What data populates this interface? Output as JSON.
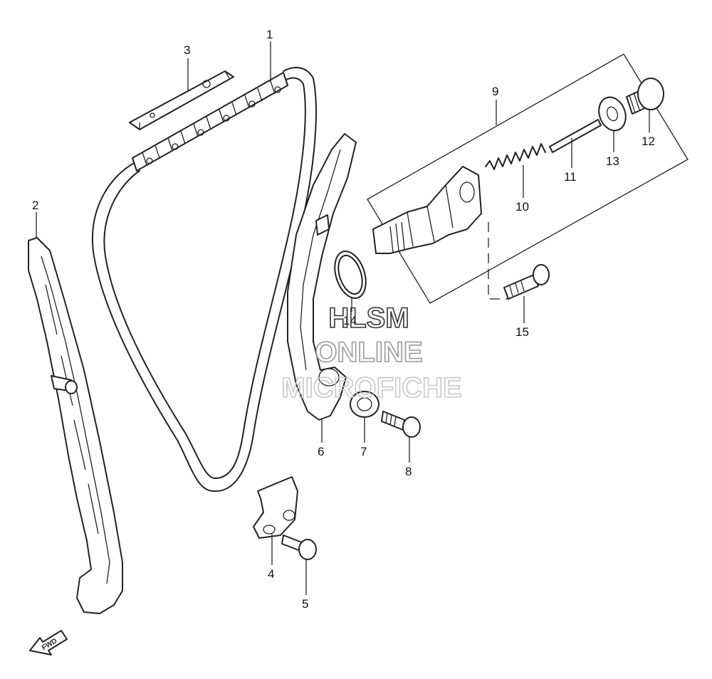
{
  "callouts": [
    {
      "id": "1",
      "label": "1"
    },
    {
      "id": "2",
      "label": "2"
    },
    {
      "id": "3",
      "label": "3"
    },
    {
      "id": "4",
      "label": "4"
    },
    {
      "id": "5",
      "label": "5"
    },
    {
      "id": "6",
      "label": "6"
    },
    {
      "id": "7",
      "label": "7"
    },
    {
      "id": "8",
      "label": "8"
    },
    {
      "id": "9",
      "label": "9"
    },
    {
      "id": "10",
      "label": "10"
    },
    {
      "id": "11",
      "label": "11"
    },
    {
      "id": "12",
      "label": "12"
    },
    {
      "id": "13",
      "label": "13"
    },
    {
      "id": "14",
      "label": "14"
    },
    {
      "id": "15",
      "label": "15"
    }
  ],
  "watermark": {
    "line1": "HLSM",
    "line2": "ONLINE",
    "line3": "MICROFICHE"
  },
  "fwd_label": "FWD"
}
